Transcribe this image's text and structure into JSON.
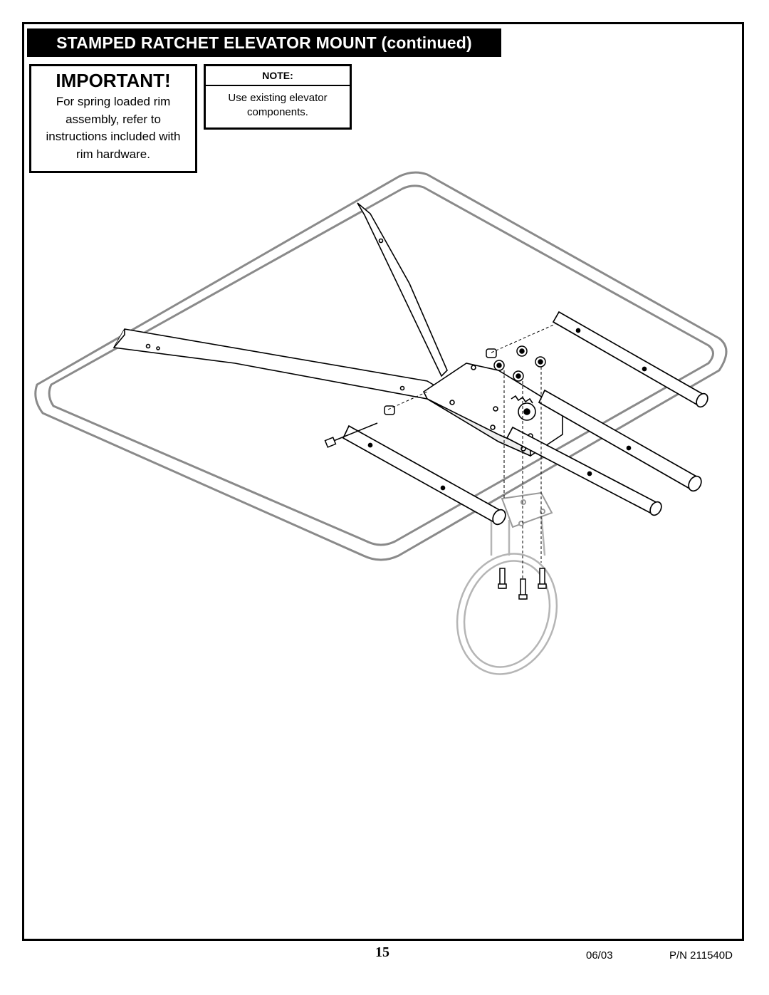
{
  "header": {
    "title": "STAMPED RATCHET ELEVATOR MOUNT (continued)"
  },
  "important": {
    "heading": "IMPORTANT!",
    "lines": [
      "For spring loaded rim",
      "assembly, refer to",
      "instructions included with",
      "rim hardware."
    ]
  },
  "note": {
    "heading": "NOTE:",
    "lines": [
      "Use existing elevator",
      "components."
    ]
  },
  "footer": {
    "page_number": "15",
    "date": "06/03",
    "part_number": "P/N 211540D"
  }
}
